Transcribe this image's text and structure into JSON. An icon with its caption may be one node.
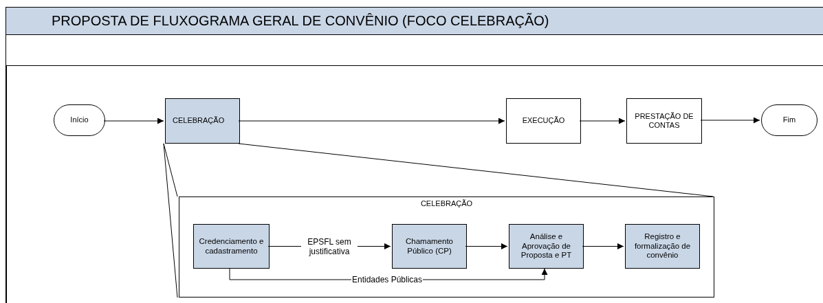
{
  "diagram": {
    "title": "PROPOSTA DE FLUXOGRAMA GERAL DE CONVÊNIO (FOCO CELEBRAÇÃO)",
    "nodes": [
      {
        "text": [
          "Início"
        ]
      },
      {
        "text": [
          "CELEBRAÇÃO"
        ]
      },
      {
        "text": [
          "EXECUÇÃO"
        ]
      },
      {
        "text": [
          "PRESTAÇÃO DE CONTAS"
        ]
      },
      {
        "text": [
          "Fim"
        ]
      },
      {
        "text": [
          "CELEBRAÇÃO"
        ]
      },
      {
        "text": [
          "Credenciamento e cadastramento"
        ],
        "in": 5
      },
      {
        "text": [
          "Chamamento Público (CP)"
        ],
        "in": 5
      },
      {
        "text": [
          "Análise e Aprovação de Proposta e PT"
        ],
        "in": 5
      },
      {
        "text": [
          "Registro e formalização de convênio"
        ],
        "in": 5
      }
    ],
    "edges": [
      {
        "from": 0,
        "to": 1,
        "arrow": "to"
      },
      {
        "from": 1,
        "to": 2,
        "arrow": "to"
      },
      {
        "from": 2,
        "to": 3,
        "arrow": "to"
      },
      {
        "from": 3,
        "to": 4,
        "arrow": "to"
      },
      {
        "from": 6,
        "to": 7,
        "arrow": "to",
        "label": "EPSFL sem justificativa"
      },
      {
        "from": 7,
        "to": 8,
        "arrow": "to"
      },
      {
        "from": 8,
        "to": 9,
        "arrow": "to"
      },
      {
        "from": 6,
        "to": 8,
        "arrow": "to",
        "label": "Entidades Públicas"
      }
    ]
  }
}
